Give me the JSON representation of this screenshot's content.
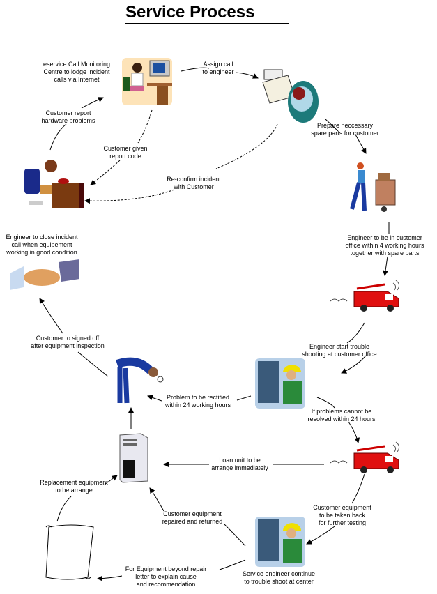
{
  "title": "Service Process",
  "steps": {
    "lodge": [
      "eservice Call Monitoring",
      "Centre to lodge incident",
      "calls via Internet"
    ],
    "assign": [
      "Assign call",
      "to engineer"
    ],
    "report": [
      "Customer report",
      "hardware problems"
    ],
    "code": [
      "Customer given",
      "report code"
    ],
    "reconfirm": [
      "Re-confirm incident",
      "with Customer"
    ],
    "prepare": [
      "Prepare neccessary",
      "spare parts for customer"
    ],
    "close": [
      "Engineer to close incident",
      "call when equipement",
      "working in good condition"
    ],
    "onsite": [
      "Engineer to be in customer",
      "office within 4 working hours",
      "together with spare parts"
    ],
    "signoff": [
      "Customer to signed off",
      "after equipment inspection"
    ],
    "troubleshoot": [
      "Engineer start trouble",
      "shooting at customer office"
    ],
    "rectify": [
      "Problem to be rectified",
      "within 24 working hours"
    ],
    "unresolved": [
      "If problems cannot be",
      "resolved within 24 hours"
    ],
    "loan": [
      "Loan unit to be",
      "arrange immediately"
    ],
    "replacement": [
      "Replacement equipment",
      "to be arrange"
    ],
    "takeback": [
      "Customer equipment",
      "to be taken back",
      "for further testing"
    ],
    "returned": [
      "Customer equipment",
      "repaired and returned"
    ],
    "beyond": [
      "For Equipment beyond repair",
      "letter to explain cause",
      "and  recommendation"
    ],
    "center": [
      "Service engineer continue",
      "to trouble shoot at center"
    ]
  }
}
